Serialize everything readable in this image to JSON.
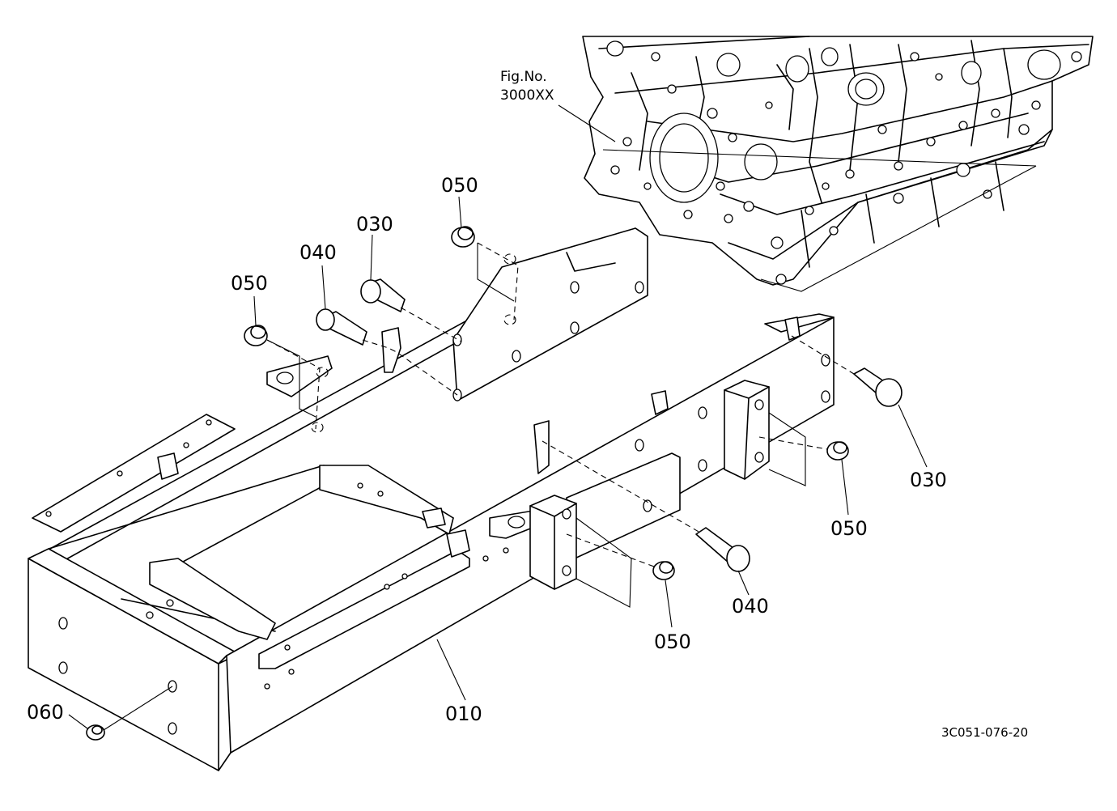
{
  "reference": {
    "fig_label_line1": "Fig.No.",
    "fig_label_line2": "3000XX"
  },
  "callouts": {
    "frame": "010",
    "bolt_top": "030",
    "bolt_right": "030",
    "bolt_small_top": "040",
    "bolt_small_bottom": "040",
    "cushion_top_center": "050",
    "cushion_top_left": "050",
    "cushion_right": "050",
    "cushion_bottom": "050",
    "plug": "060"
  },
  "drawing_code": "3C051-076-20"
}
